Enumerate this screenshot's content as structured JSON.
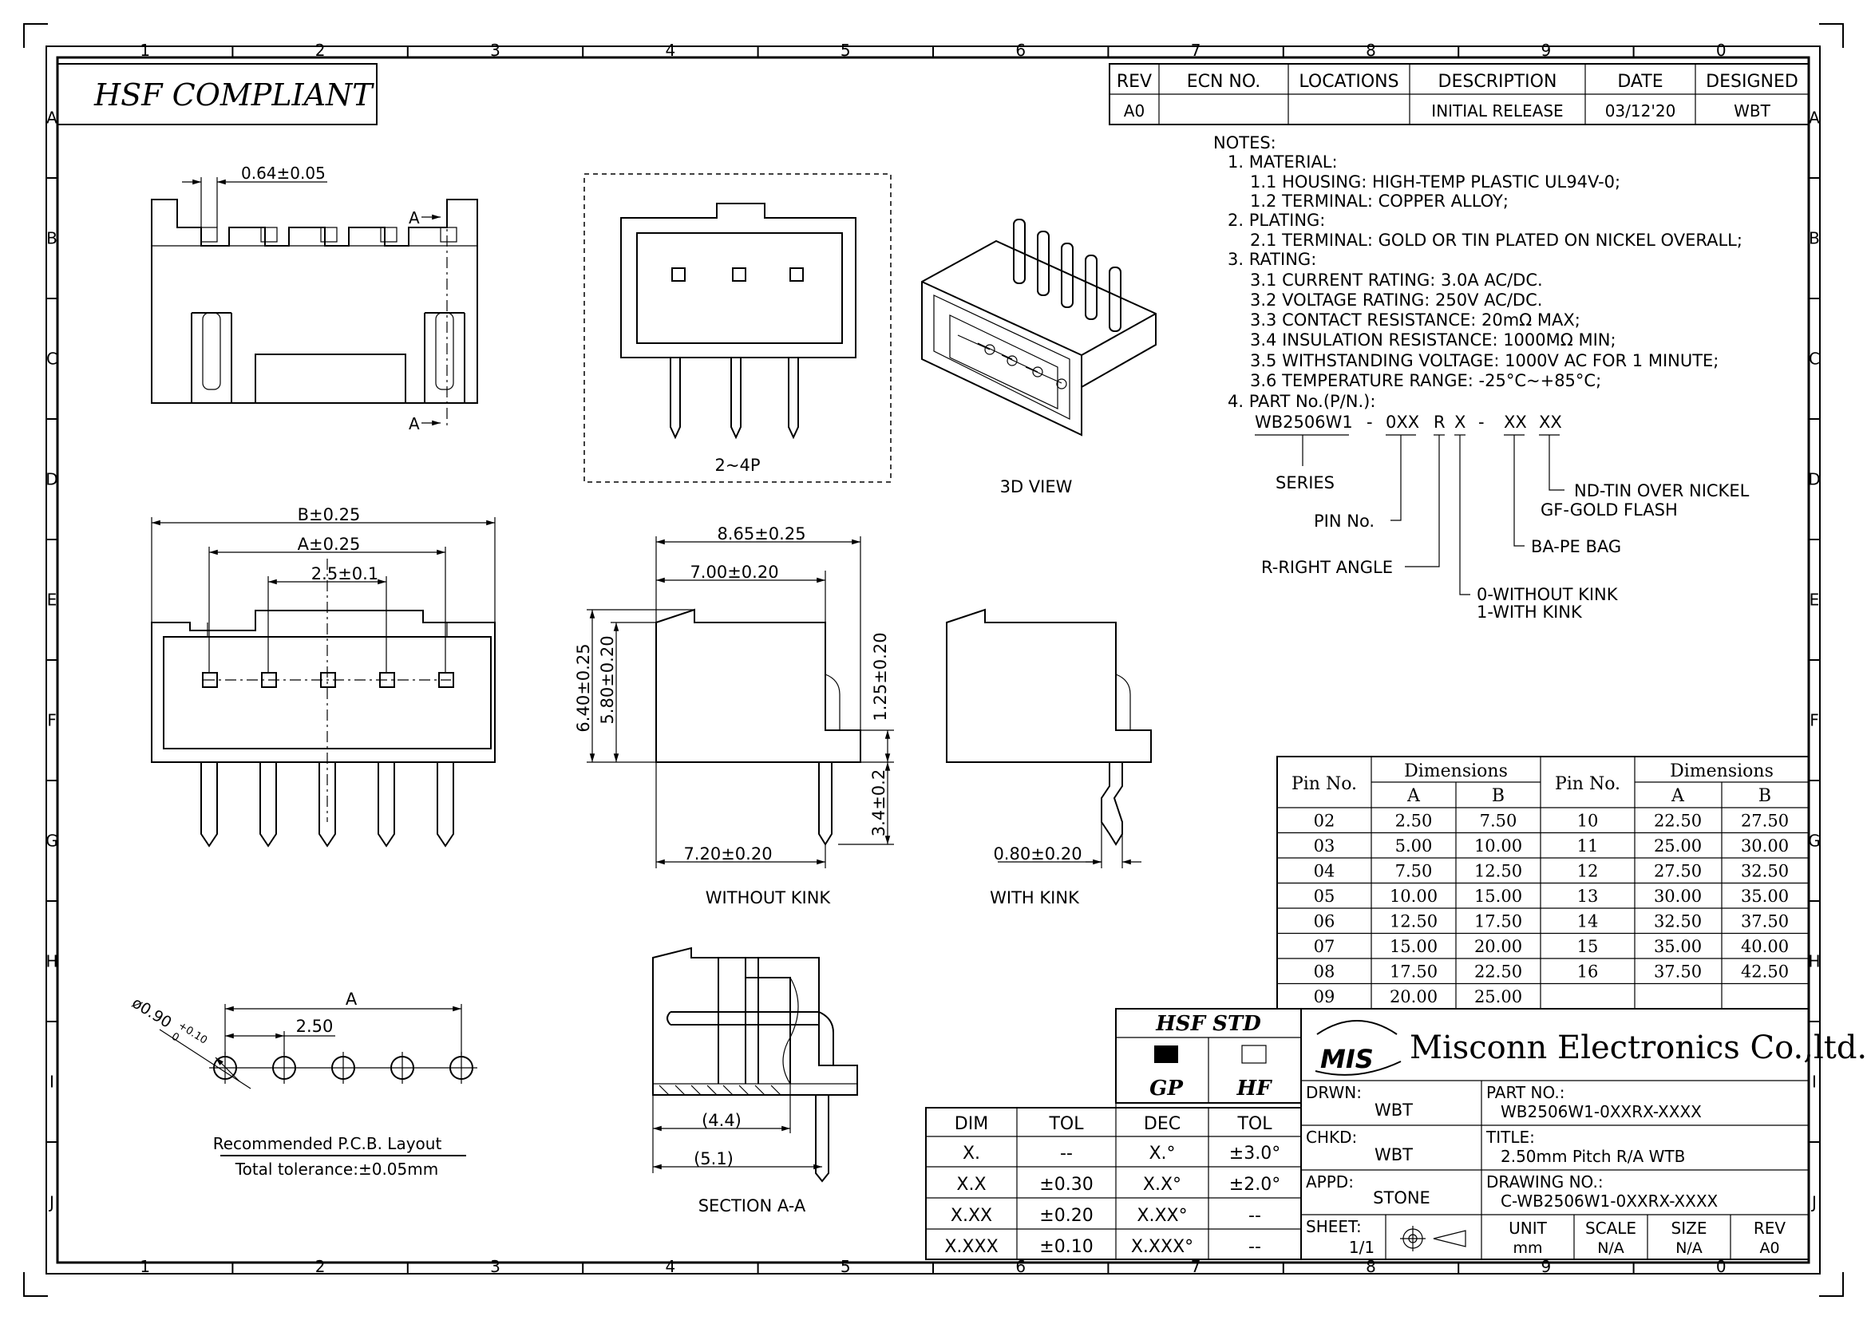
{
  "hsf_compliant": "HSF COMPLIANT",
  "border": {
    "columns": [
      "1",
      "2",
      "3",
      "4",
      "5",
      "6",
      "7",
      "8",
      "9",
      "0"
    ],
    "rows": [
      "A",
      "B",
      "C",
      "D",
      "E",
      "F",
      "G",
      "H",
      "I",
      "J"
    ]
  },
  "revision_table": {
    "headers": [
      "REV",
      "ECN NO.",
      "LOCATIONS",
      "DESCRIPTION",
      "DATE",
      "DESIGNED"
    ],
    "row": [
      "A0",
      "",
      "",
      "INITIAL RELEASE",
      "03/12'20",
      "WBT"
    ]
  },
  "notes": {
    "title": "NOTES:",
    "lines": [
      "1. MATERIAL:",
      "1.1 HOUSING: HIGH-TEMP PLASTIC UL94V-0;",
      "1.2 TERMINAL: COPPER ALLOY;",
      "2. PLATING:",
      "2.1 TERMINAL: GOLD OR TIN PLATED ON NICKEL OVERALL;",
      "3. RATING:",
      "3.1 CURRENT RATING: 3.0A AC/DC.",
      "3.2 VOLTAGE RATING: 250V AC/DC.",
      "3.3 CONTACT RESISTANCE: 20mΩ MAX;",
      "3.4 INSULATION RESISTANCE: 1000MΩ MIN;",
      "3.5 WITHSTANDING VOLTAGE: 1000V AC FOR 1 MINUTE;",
      "3.6 TEMPERATURE RANGE: -25°C~+85°C;",
      "4. PART No.(P/N.):"
    ]
  },
  "part_number_code": {
    "series_code": "WB2506W1",
    "sep1": "-",
    "pin_code": "0XX",
    "angle_code": "R",
    "kink_code": "X",
    "sep2": "-",
    "package_code": "XX",
    "plating_code": "XX",
    "series_label": "SERIES",
    "pin_label": "PIN No.",
    "angle_label": "R-RIGHT ANGLE",
    "kink_label_1": "0-WITHOUT KINK",
    "kink_label_2": "1-WITH KINK",
    "package_label": "BA-PE BAG",
    "plating_label_1": "ND-TIN OVER NICKEL",
    "plating_label_2": "GF-GOLD FLASH"
  },
  "views": {
    "top_dim": "0.64±0.05",
    "section_marker": "A",
    "front_label": "2~4P",
    "iso_label": "3D VIEW",
    "b_dim": "B±0.25",
    "a_dim": "A±0.25",
    "pitch_dim": "2.5±0.1",
    "depth_total": "8.65±0.25",
    "depth_body": "7.00±0.20",
    "height_total": "6.40±0.25",
    "height_body": "5.80±0.20",
    "pin_offset": "1.25±0.20",
    "pin_length": "3.4±0.2",
    "pin_from_front": "7.20±0.20",
    "without_kink": "WITHOUT KINK",
    "kink_dim": "0.80±0.20",
    "with_kink": "WITH KINK",
    "section_44": "(4.4)",
    "section_51": "(5.1)",
    "section_label": "SECTION A-A",
    "pcb_hole": "ø0.90",
    "pcb_hole_tol_plus": "+0.10",
    "pcb_hole_tol_minus": "0",
    "pcb_a": "A",
    "pcb_pitch": "2.50",
    "pcb_title": "Recommended P.C.B. Layout",
    "pcb_tolerance": "Total tolerance:±0.05mm"
  },
  "dimension_table": {
    "pin_header": "Pin No.",
    "dim_header": "Dimensions",
    "a_header": "A",
    "b_header": "B",
    "left": [
      [
        "02",
        "2.50",
        "7.50"
      ],
      [
        "03",
        "5.00",
        "10.00"
      ],
      [
        "04",
        "7.50",
        "12.50"
      ],
      [
        "05",
        "10.00",
        "15.00"
      ],
      [
        "06",
        "12.50",
        "17.50"
      ],
      [
        "07",
        "15.00",
        "20.00"
      ],
      [
        "08",
        "17.50",
        "22.50"
      ],
      [
        "09",
        "20.00",
        "25.00"
      ]
    ],
    "right": [
      [
        "10",
        "22.50",
        "27.50"
      ],
      [
        "11",
        "25.00",
        "30.00"
      ],
      [
        "12",
        "27.50",
        "32.50"
      ],
      [
        "13",
        "30.00",
        "35.00"
      ],
      [
        "14",
        "32.50",
        "37.50"
      ],
      [
        "15",
        "35.00",
        "40.00"
      ],
      [
        "16",
        "37.50",
        "42.50"
      ],
      [
        "",
        "",
        ""
      ]
    ]
  },
  "tolerance_table": {
    "headers": [
      "DIM",
      "TOL",
      "DEC",
      "TOL"
    ],
    "rows": [
      [
        "X.",
        "--",
        "X.°",
        "±3.0°"
      ],
      [
        "X.X",
        "±0.30",
        "X.X°",
        "±2.0°"
      ],
      [
        "X.XX",
        "±0.20",
        "X.XX°",
        "--"
      ],
      [
        "X.XXX",
        "±0.10",
        "X.XXX°",
        "--"
      ]
    ]
  },
  "hsf_std": {
    "title": "HSF STD",
    "gp": "GP",
    "hf": "HF"
  },
  "title_block": {
    "logo": "MIS",
    "company": "Misconn Electronics Co.,ltd.",
    "drwn_label": "DRWN:",
    "drwn": "WBT",
    "part_label": "PART NO.:",
    "part_no": "WB2506W1-0XXRX-XXXX",
    "chkd_label": "CHKD:",
    "chkd": "WBT",
    "title_label": "TITLE:",
    "title": "2.50mm Pitch R/A WTB",
    "appd_label": "APPD:",
    "appd": "STONE",
    "drawing_label": "DRAWING NO.:",
    "drawing_no": "C-WB2506W1-0XXRX-XXXX",
    "sheet_label": "SHEET:",
    "sheet": "1/1",
    "unit_label": "UNIT",
    "unit": "mm",
    "scale_label": "SCALE",
    "scale": "N/A",
    "size_label": "SIZE",
    "size": "N/A",
    "rev_label": "REV",
    "rev": "A0"
  }
}
